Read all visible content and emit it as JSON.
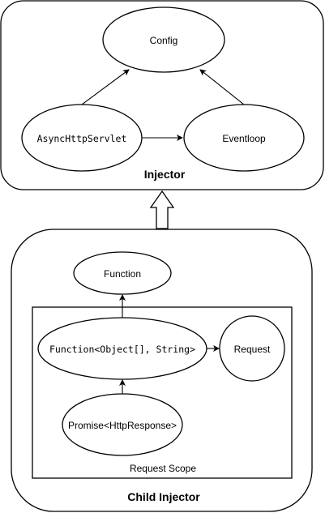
{
  "injector": {
    "title": "Injector",
    "nodes": {
      "config": "Config",
      "servlet": "AsyncHttpServlet",
      "eventloop": "Eventloop"
    }
  },
  "child_injector": {
    "title": "Child Injector",
    "nodes": {
      "function": "Function",
      "function_generic": "Function<Object[], String>",
      "request": "Request",
      "promise": "Promise<HttpResponse>"
    },
    "scope": {
      "label": "Request Scope"
    }
  }
}
